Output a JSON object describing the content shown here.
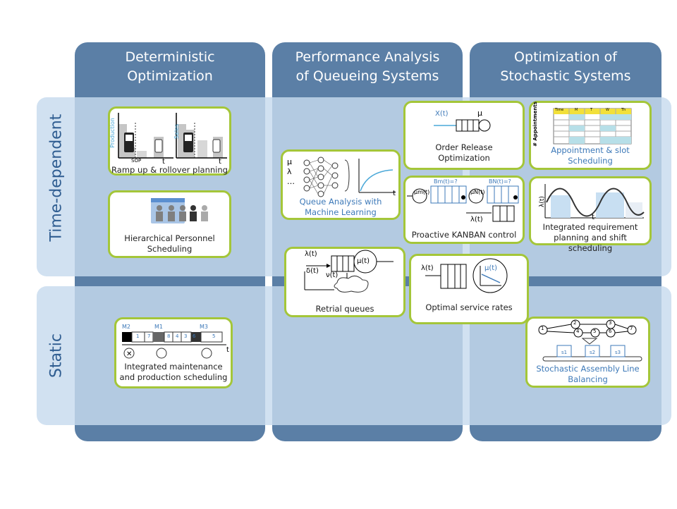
{
  "columns": {
    "deterministic": "Deterministic\nOptimization",
    "performance": "Performance Analysis\nof Queueing Systems",
    "stochastic": "Optimization of\nStochastic Systems"
  },
  "rows": {
    "time_dependent": "Time-dependent",
    "static": "Static"
  },
  "cards": {
    "ramp": {
      "caption": "Ramp up & rollover planning",
      "production_label": "Production",
      "sales_label": "Sales",
      "sop": "SOP",
      "t": "t"
    },
    "personnel": {
      "caption": "Hierarchical Personnel\nScheduling"
    },
    "maintenance": {
      "caption": "Integrated  maintenance\nand production scheduling",
      "machines": [
        "M2",
        "M1",
        "M3"
      ],
      "jobs": [
        "1",
        "7",
        "8",
        "4",
        "3",
        "6",
        "5"
      ],
      "t": "t"
    },
    "queue_ml": {
      "caption": "Queue Analysis with\nMachine Learning",
      "inputs": [
        "μ",
        "λ",
        "…"
      ],
      "t": "t"
    },
    "retrial": {
      "caption": "Retrial queues",
      "lambda": "λ(t)",
      "delta": "δ(t)",
      "nu": "ν(t)",
      "mu": "μ(t)"
    },
    "order_release": {
      "caption": "Order Release\nOptimization",
      "x": "X(t)",
      "mu": "μ"
    },
    "kanban": {
      "caption": "Proactive KANBAN  control",
      "mu1": "μm(t)",
      "b1": "Bm(t)=?",
      "mu2": "μN(t)",
      "b2": "BN(t)=?",
      "lambda": "λ(t)"
    },
    "service_rates": {
      "caption": "Optimal service rates",
      "lambda": "λ(t)",
      "mu": "μ(t)"
    },
    "appointment": {
      "caption": "Appointment  & slot\nScheduling",
      "axis": "# Appointments",
      "headers": [
        "Time",
        "M",
        "T",
        "W",
        "Th"
      ]
    },
    "requirement": {
      "caption": "Integrated  requirement\nplanning and shift scheduling",
      "lambda": "λ(t)",
      "t": "t"
    },
    "assembly": {
      "caption": "Stochastic Assembly Line\nBalancing",
      "nodes": [
        "1",
        "2",
        "3",
        "4",
        "5",
        "6",
        "7"
      ],
      "stations": [
        "s1",
        "s2",
        "s3"
      ]
    }
  },
  "colors": {
    "column": "#5b7fa6",
    "row": "#c7daee",
    "card_border": "#a4c639",
    "accent": "#3d79b8",
    "label": "#2f5d91"
  }
}
